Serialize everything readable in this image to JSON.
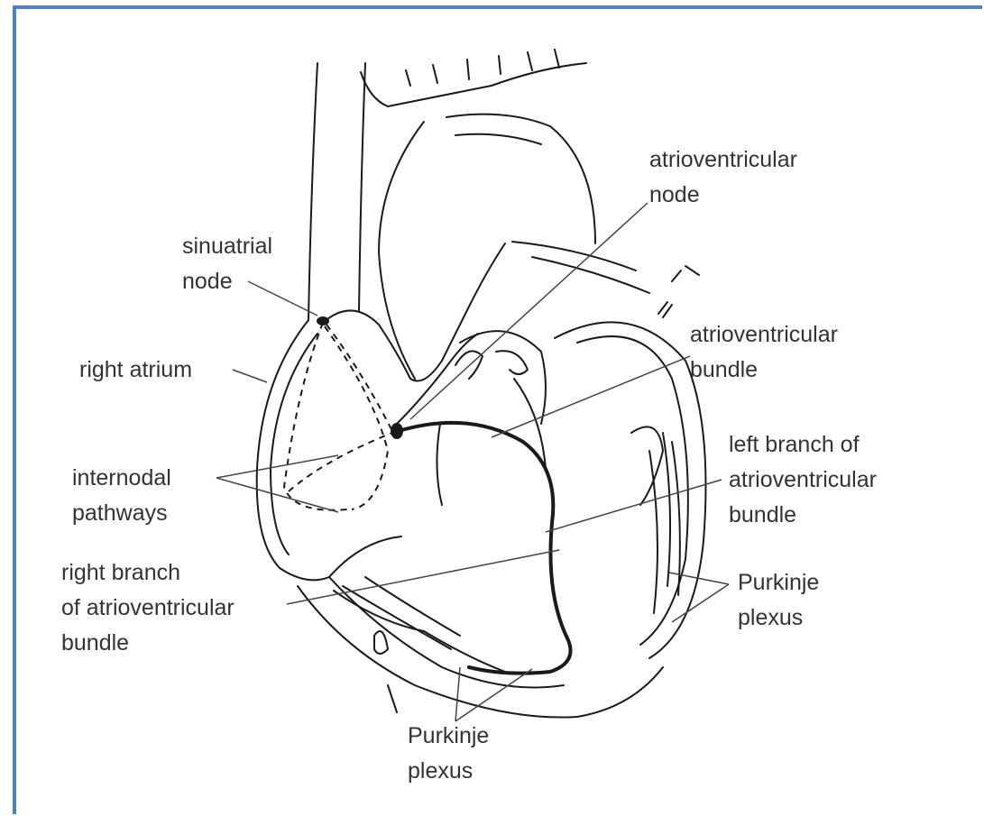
{
  "colors": {
    "frame": "#4f81bd",
    "ink": "#1a1a1a",
    "label": "#333333",
    "leader": "#444444"
  },
  "labels": {
    "av_node": [
      "atrioventricular",
      "node"
    ],
    "sa_node": [
      "sinuatrial",
      "node"
    ],
    "right_atrium": [
      "right atrium"
    ],
    "av_bundle": [
      "atrioventricular",
      "bundle"
    ],
    "left_branch": [
      "left branch of",
      "atrioventricular",
      "bundle"
    ],
    "internodal": [
      "internodal",
      "pathways"
    ],
    "right_branch": [
      "right branch",
      "of atrioventricular",
      "bundle"
    ],
    "purkinje_right": [
      "Purkinje",
      "plexus"
    ],
    "purkinje_bottom": [
      "Purkinje",
      "plexus"
    ]
  }
}
